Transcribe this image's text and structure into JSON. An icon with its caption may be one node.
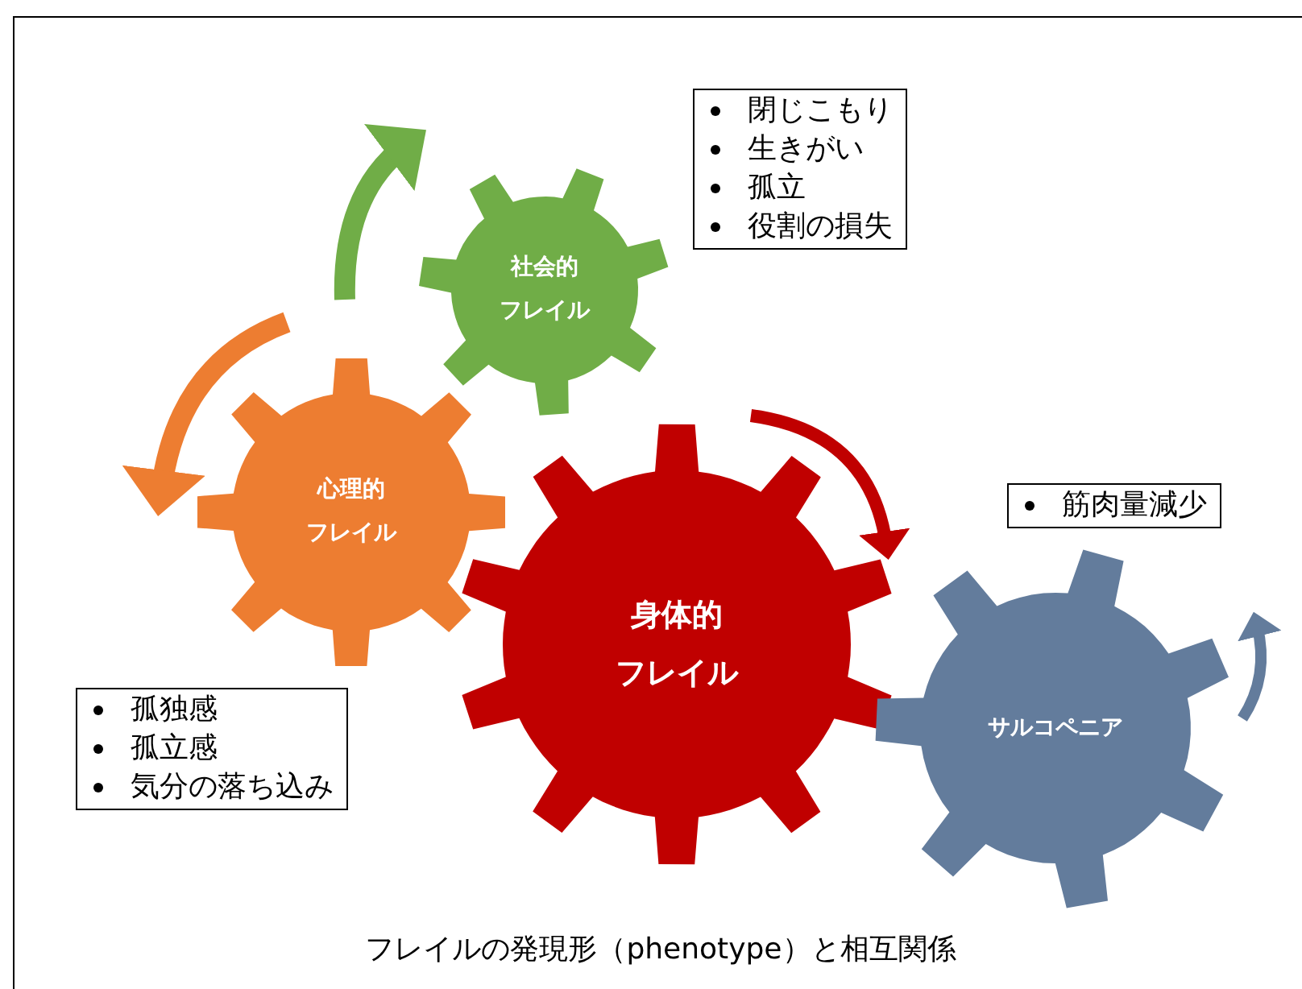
{
  "diagram": {
    "caption": "フレイルの発現形（phenotype）と相互関係",
    "nodes": [
      {
        "text": [
          "社会的",
          "フレイル"
        ]
      },
      {
        "text": [
          "閉じこもり",
          "生きがい",
          "孤立",
          "役割の損失"
        ]
      },
      {
        "text": [
          "心理的",
          "フレイル"
        ]
      },
      {
        "text": [
          "身体的",
          "フレイル"
        ]
      },
      {
        "text": [
          "サルコペニア"
        ]
      },
      {
        "text": [
          "筋肉量減少"
        ]
      },
      {
        "text": [
          "孤独感",
          "孤立感",
          "気分の落ち込み"
        ]
      }
    ]
  }
}
